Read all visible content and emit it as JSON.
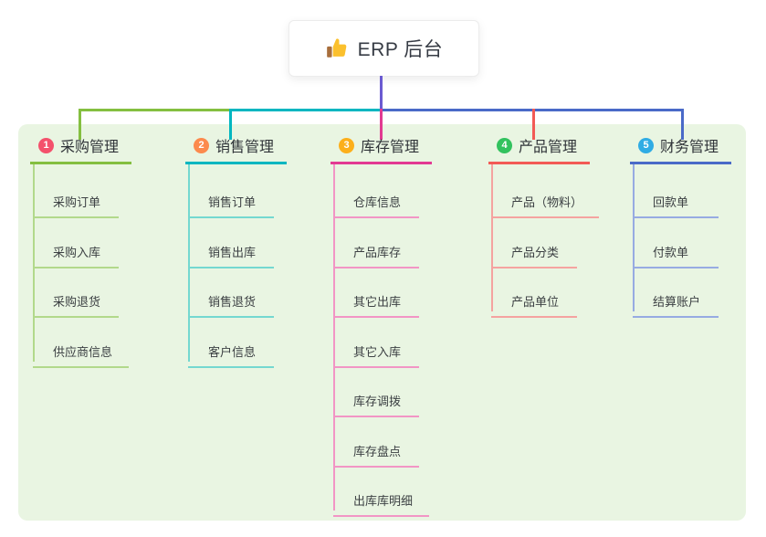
{
  "root": {
    "label": "ERP 后台",
    "icon": "thumbs-up-icon"
  },
  "colors": {
    "panel_bg": "#e9f5e2",
    "root_connector": "#6a5ad1",
    "text": "#333333"
  },
  "branches": [
    {
      "number": "1",
      "label": "采购管理",
      "circle_color": "#f4516c",
      "line_color": "#84bf40",
      "sub_line_color": "#b2d98b",
      "items": [
        "采购订单",
        "采购入库",
        "采购退货",
        "供应商信息"
      ]
    },
    {
      "number": "2",
      "label": "销售管理",
      "circle_color": "#fc8a4d",
      "line_color": "#00b6c0",
      "sub_line_color": "#74d8d0",
      "items": [
        "销售订单",
        "销售出库",
        "销售退货",
        "客户信息"
      ]
    },
    {
      "number": "3",
      "label": "库存管理",
      "circle_color": "#fcaf1b",
      "line_color": "#e23a92",
      "sub_line_color": "#f295c5",
      "items": [
        "仓库信息",
        "产品库存",
        "其它出库",
        "其它入库",
        "库存调拨",
        "库存盘点",
        "出库库明细"
      ]
    },
    {
      "number": "4",
      "label": "产品管理",
      "circle_color": "#32c25e",
      "line_color": "#f25a55",
      "sub_line_color": "#f5a3a0",
      "items": [
        "产品（物料）",
        "产品分类",
        "产品单位"
      ]
    },
    {
      "number": "5",
      "label": "财务管理",
      "circle_color": "#30ace4",
      "line_color": "#4a6ac8",
      "sub_line_color": "#97abe2",
      "items": [
        "回款单",
        "付款单",
        "结算账户"
      ]
    }
  ]
}
